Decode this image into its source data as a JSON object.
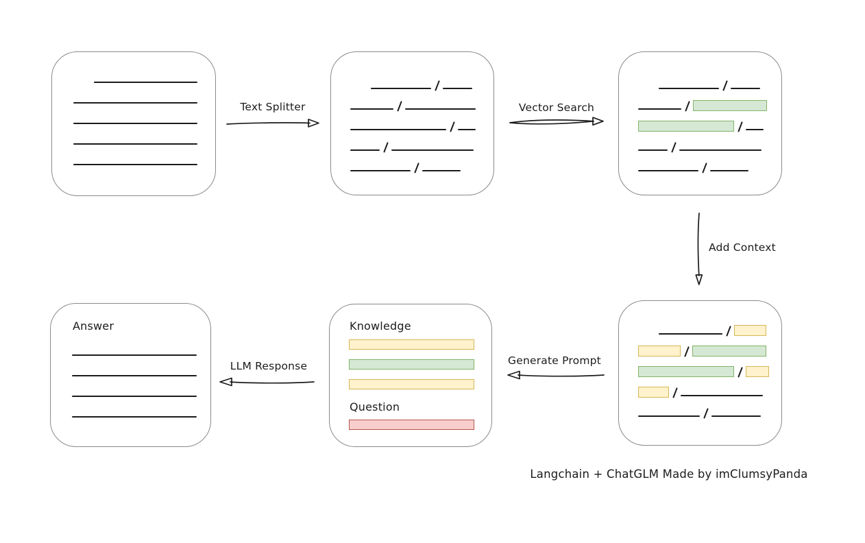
{
  "diagram": {
    "caption": "Langchain + ChatGLM Made by imClumsyPanda",
    "colors": {
      "line": "#1b1b1b",
      "box_border": "#8a8a8a",
      "green_fill": "#d5e8d4",
      "green_stroke": "#82b366",
      "yellow_fill": "#fff2cc",
      "yellow_stroke": "#d6b656",
      "red_fill": "#f8cecc",
      "red_stroke": "#b85450"
    },
    "arrows": [
      {
        "id": "text-splitter",
        "label": "Text Splitter",
        "direction": "right"
      },
      {
        "id": "vector-search",
        "label": "Vector Search",
        "direction": "right"
      },
      {
        "id": "add-context",
        "label": "Add Context",
        "direction": "down"
      },
      {
        "id": "generate-prompt",
        "label": "Generate Prompt",
        "direction": "left"
      },
      {
        "id": "llm-response",
        "label": "LLM Response",
        "direction": "left"
      }
    ],
    "boxes": {
      "source_document": {
        "lines": [
          {
            "ind": 30,
            "w": 151
          },
          {
            "w": 181
          },
          {
            "w": 181
          },
          {
            "w": 181
          },
          {
            "w": 181
          }
        ]
      },
      "split_chunks": {
        "rows": [
          [
            {
              "k": "line",
              "w": 88,
              "ind": 30
            },
            {
              "k": "line",
              "w": 43
            }
          ],
          [
            {
              "k": "line",
              "w": 63
            },
            {
              "k": "line",
              "w": 103
            }
          ],
          [
            {
              "k": "line",
              "w": 140
            },
            {
              "k": "line",
              "w": 26
            }
          ],
          [
            {
              "k": "line",
              "w": 43
            },
            {
              "k": "line",
              "w": 120
            }
          ],
          [
            {
              "k": "line",
              "w": 88
            },
            {
              "k": "line",
              "w": 56
            }
          ]
        ]
      },
      "matched_chunks": {
        "rows": [
          [
            {
              "k": "line",
              "w": 88,
              "ind": 30
            },
            {
              "k": "line",
              "w": 43
            }
          ],
          [
            {
              "k": "line",
              "w": 63
            },
            {
              "k": "green",
              "w": 106
            }
          ],
          [
            {
              "k": "green",
              "w": 138
            },
            {
              "k": "line",
              "w": 26
            }
          ],
          [
            {
              "k": "line",
              "w": 43
            },
            {
              "k": "line",
              "w": 120
            }
          ],
          [
            {
              "k": "line",
              "w": 88
            },
            {
              "k": "line",
              "w": 56
            }
          ]
        ]
      },
      "context_chunks": {
        "rows": [
          [
            {
              "k": "line",
              "w": 93,
              "ind": 30
            },
            {
              "k": "yellow",
              "w": 45
            }
          ],
          [
            {
              "k": "yellow",
              "w": 60
            },
            {
              "k": "green",
              "w": 106
            }
          ],
          [
            {
              "k": "green",
              "w": 138
            },
            {
              "k": "yellow",
              "w": 32
            }
          ],
          [
            {
              "k": "yellow",
              "w": 43
            },
            {
              "k": "line",
              "w": 120
            }
          ],
          [
            {
              "k": "line",
              "w": 90
            },
            {
              "k": "line",
              "w": 72
            }
          ]
        ]
      },
      "prompt": {
        "knowledge_label": "Knowledge",
        "knowledge_bars": [
          "yellow",
          "green",
          "yellow"
        ],
        "question_label": "Question",
        "question_bars": [
          "red"
        ]
      },
      "answer": {
        "label": "Answer",
        "lines": [
          {
            "w": 182
          },
          {
            "w": 182
          },
          {
            "w": 182
          },
          {
            "w": 182
          }
        ]
      }
    }
  }
}
